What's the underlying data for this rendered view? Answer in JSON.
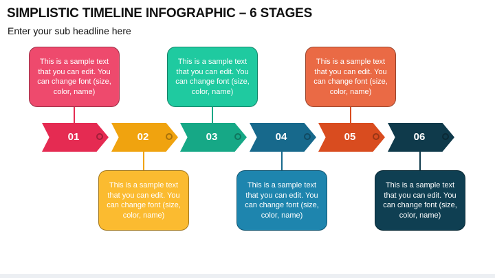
{
  "title": "SIMPLISTIC TIMELINE INFOGRAPHIC – 6 STAGES",
  "subtitle": "Enter your sub headline here",
  "stages": [
    {
      "number": "01",
      "color": "#e52b52",
      "box_color": "#ee4a6d",
      "text": "This is a sample text that you can edit. You can change font (size, color, name)",
      "position": "top"
    },
    {
      "number": "02",
      "color": "#f0a30f",
      "box_color": "#fbbb30",
      "text": "This is a sample text that you can edit. You can change font (size, color, name)",
      "position": "bottom"
    },
    {
      "number": "03",
      "color": "#16a886",
      "box_color": "#1fcaa0",
      "text": "This is a sample text that you can edit. You can change font (size, color, name)",
      "position": "top"
    },
    {
      "number": "04",
      "color": "#17698c",
      "box_color": "#1e85ae",
      "text": "This is a sample text that you can edit. You can change font (size, color, name)",
      "position": "bottom"
    },
    {
      "number": "05",
      "color": "#d94c1f",
      "box_color": "#ea6a45",
      "text": "This is a sample text that you can edit. You can change font (size, color, name)",
      "position": "top"
    },
    {
      "number": "06",
      "color": "#0f3a4b",
      "box_color": "#0f3f52",
      "text": "This is a sample text that you can edit. You can change font (size, color, name)",
      "position": "bottom"
    }
  ]
}
